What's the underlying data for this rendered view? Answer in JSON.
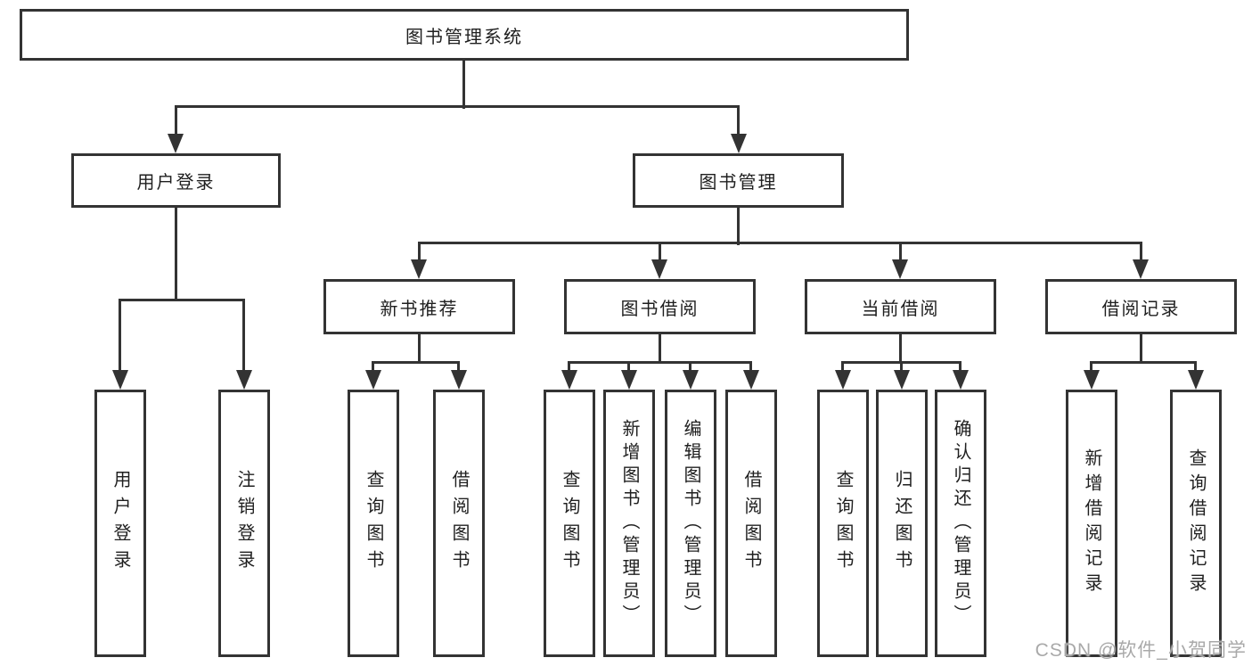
{
  "diagram": {
    "root": "图书管理系统",
    "level1": [
      {
        "label": "用户登录",
        "children": [
          "用户登录",
          "注销登录"
        ]
      },
      {
        "label": "图书管理",
        "children": [
          {
            "label": "新书推荐",
            "children": [
              "查询图书",
              "借阅图书"
            ]
          },
          {
            "label": "图书借阅",
            "children": [
              "查询图书",
              "新增图书（管理员）",
              "编辑图书（管理员）",
              "借阅图书"
            ]
          },
          {
            "label": "当前借阅",
            "children": [
              "查询图书",
              "归还图书",
              "确认归还（管理员）"
            ]
          },
          {
            "label": "借阅记录",
            "children": [
              "新增借阅记录",
              "查询借阅记录"
            ]
          }
        ]
      }
    ]
  },
  "watermark": "CSDN @软件_小贺同学",
  "colors": {
    "line": "#333333",
    "text": "#1f1f1f",
    "watermark": "#a9a9a9",
    "background": "#ffffff"
  }
}
